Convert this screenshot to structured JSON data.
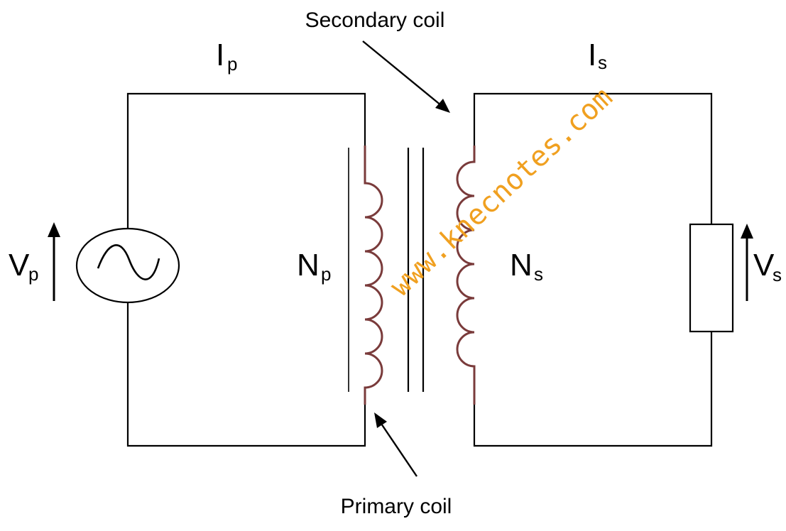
{
  "labels": {
    "secondary_coil": "Secondary coil",
    "primary_coil": "Primary coil",
    "ip_main": "I",
    "ip_sub": "p",
    "is_main": "I",
    "is_sub": "s",
    "vp_main": "V",
    "vp_sub": "p",
    "vs_main": "V",
    "vs_sub": "s",
    "np_main": "N",
    "np_sub": "p",
    "ns_main": "N",
    "ns_sub": "s"
  },
  "watermark": {
    "text": "www.knecnotes.com"
  },
  "colors": {
    "wire": "#000000",
    "coil": "#7a3b3b",
    "watermark": "#f0a020",
    "background": "#ffffff"
  },
  "icons": {
    "source": "ac-source-sine-icon",
    "load": "resistor-icon",
    "core": "iron-core-icon"
  }
}
